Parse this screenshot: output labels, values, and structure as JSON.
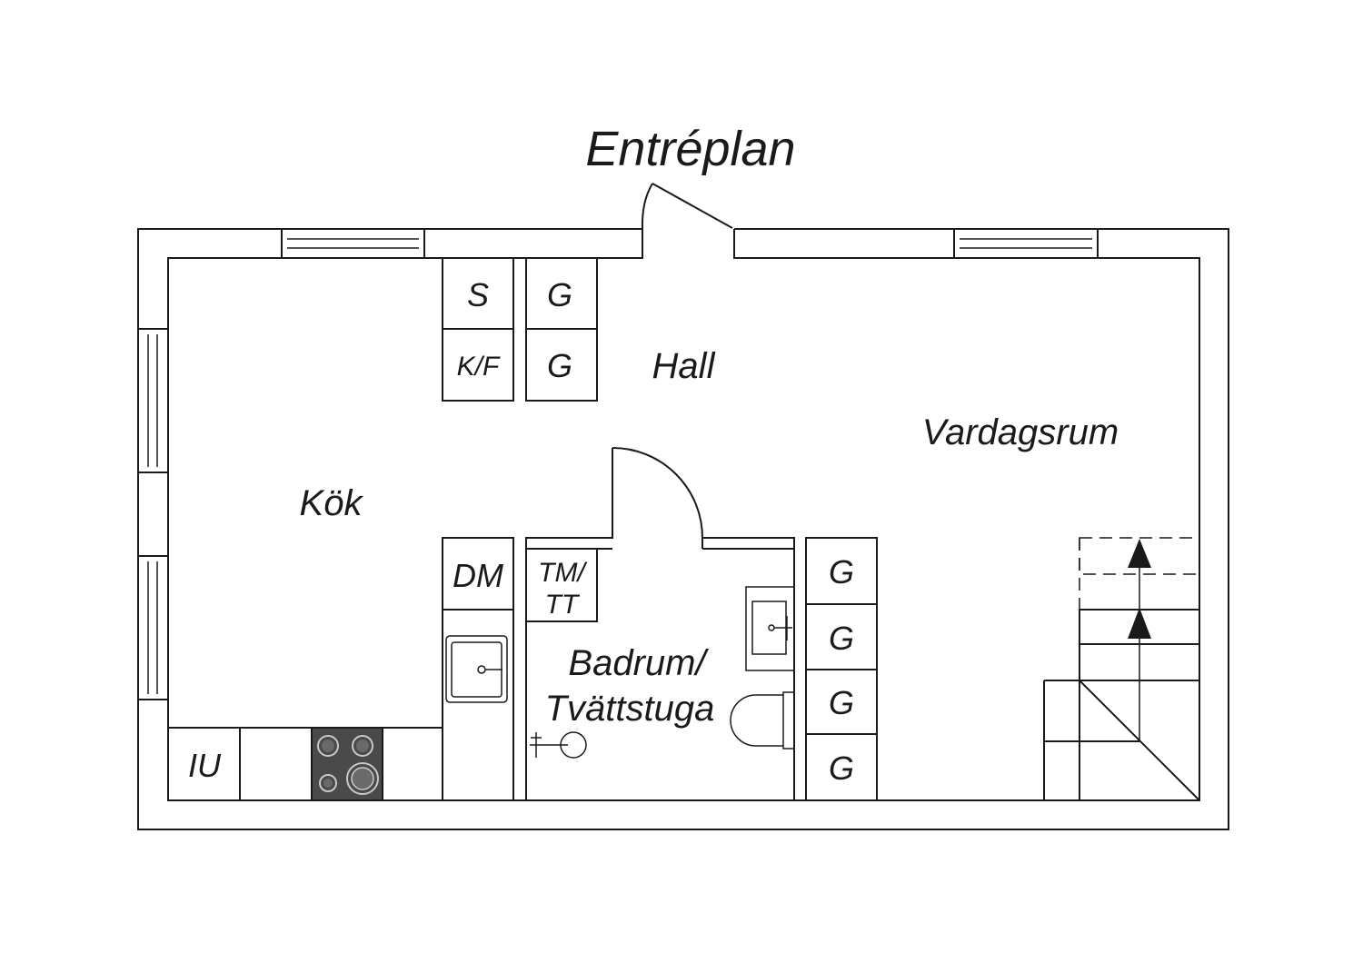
{
  "title": "Entréplan",
  "rooms": {
    "kok": "Kök",
    "hall": "Hall",
    "vardagsrum": "Vardagsrum",
    "badrum_line1": "Badrum/",
    "badrum_line2": "Tvättstuga"
  },
  "fixtures": {
    "s": "S",
    "kf": "K/F",
    "hall_g1": "G",
    "hall_g2": "G",
    "dm": "DM",
    "tmtt_line1": "TM/",
    "tmtt_line2": "TT",
    "iu": "IU",
    "bath_g1": "G",
    "bath_g2": "G",
    "bath_g3": "G",
    "bath_g4": "G"
  },
  "colors": {
    "line": "#1a1a1a",
    "stove": "#4a4a4a",
    "background": "#ffffff"
  }
}
